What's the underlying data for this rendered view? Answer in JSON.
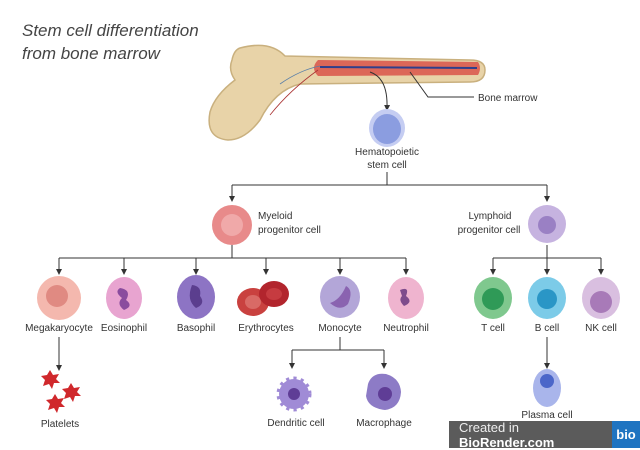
{
  "title": {
    "line1": "Stem cell differentiation",
    "line2": "from bone marrow"
  },
  "bone_label": "Bone marrow",
  "hsc": {
    "line1": "Hematopoietic",
    "line2": "stem cell"
  },
  "myeloid": {
    "line1": "Myeloid",
    "line2": "progenitor cell"
  },
  "lymphoid": {
    "line1": "Lymphoid",
    "line2": "progenitor cell"
  },
  "myeloid_cells": [
    "Megakaryocyte",
    "Eosinophil",
    "Basophil",
    "Erythrocytes",
    "Monocyte",
    "Neutrophil"
  ],
  "lymphoid_cells": [
    "T cell",
    "B cell",
    "NK cell"
  ],
  "derived": {
    "platelets": "Platelets",
    "dendritic": "Dendritic cell",
    "macrophage": "Macrophage",
    "plasma": "Plasma cell"
  },
  "badge": {
    "prefix": "Created in ",
    "brand": "BioRender.com",
    "logo": "bio"
  },
  "colors": {
    "bone": "#e8d3a8",
    "marrow": "#d9534a",
    "hsc": "#8b9de0",
    "myeloid": "#e88a8a",
    "lymphoid": "#b9a3d6",
    "t_cell": "#4fb06a",
    "b_cell": "#3aa7d6"
  }
}
